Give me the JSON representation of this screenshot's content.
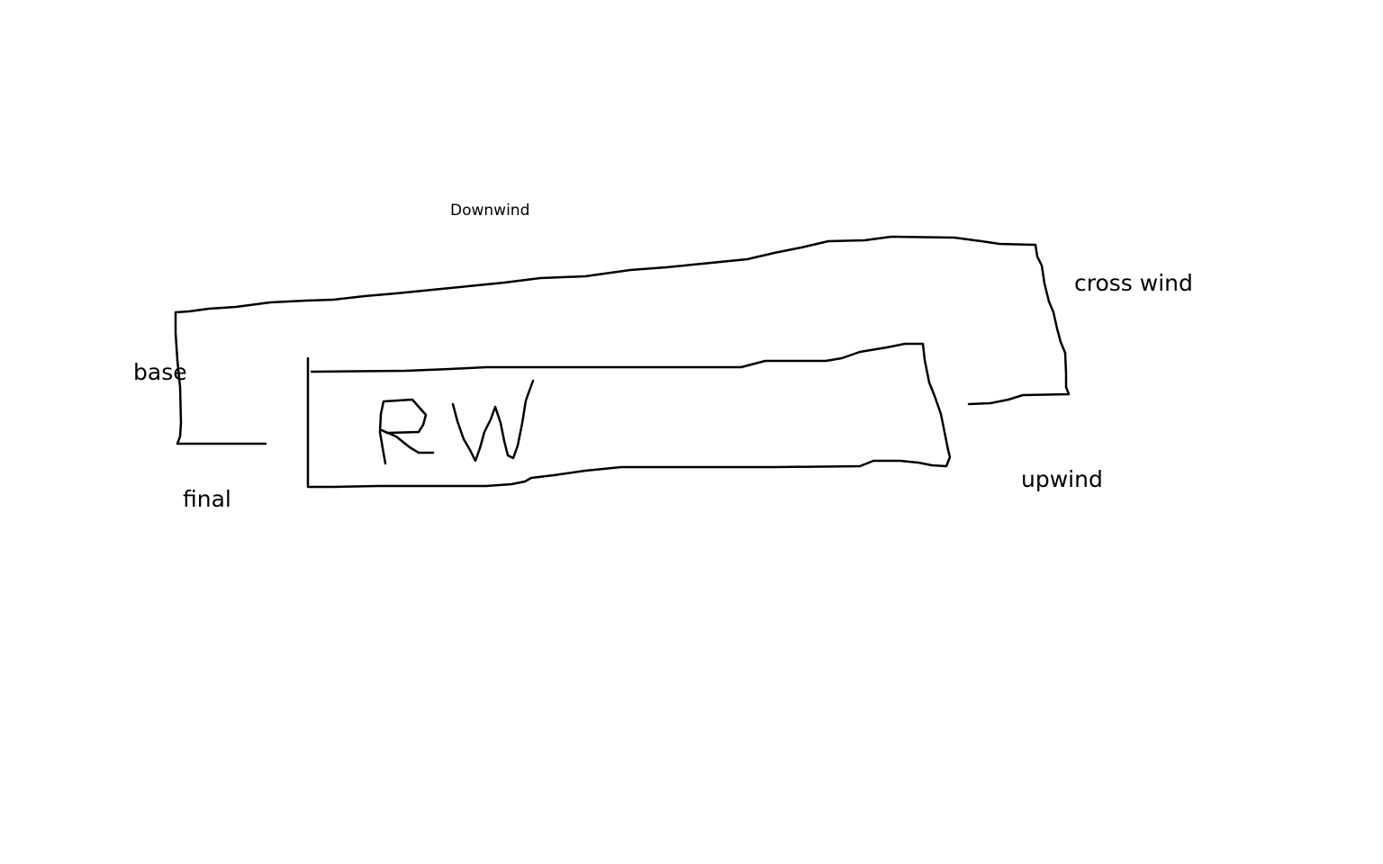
{
  "diagram": {
    "legs": {
      "downwind": "Downwind",
      "crosswind": "cross wind",
      "base": "base",
      "final": "final",
      "upwind": "upwind"
    },
    "runway": {
      "handwritten_label": "RW"
    },
    "colors": {
      "background": "#ffffff",
      "ink": "#000000"
    }
  }
}
